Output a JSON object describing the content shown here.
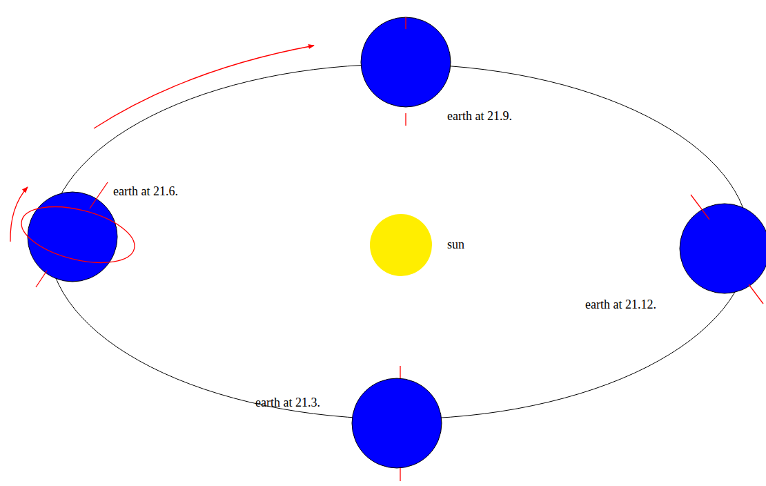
{
  "diagram": {
    "labels": [
      "earth at 21.9.",
      "earth at 21.6.",
      "sun",
      "earth at 21.12.",
      "earth at 21.3."
    ]
  }
}
